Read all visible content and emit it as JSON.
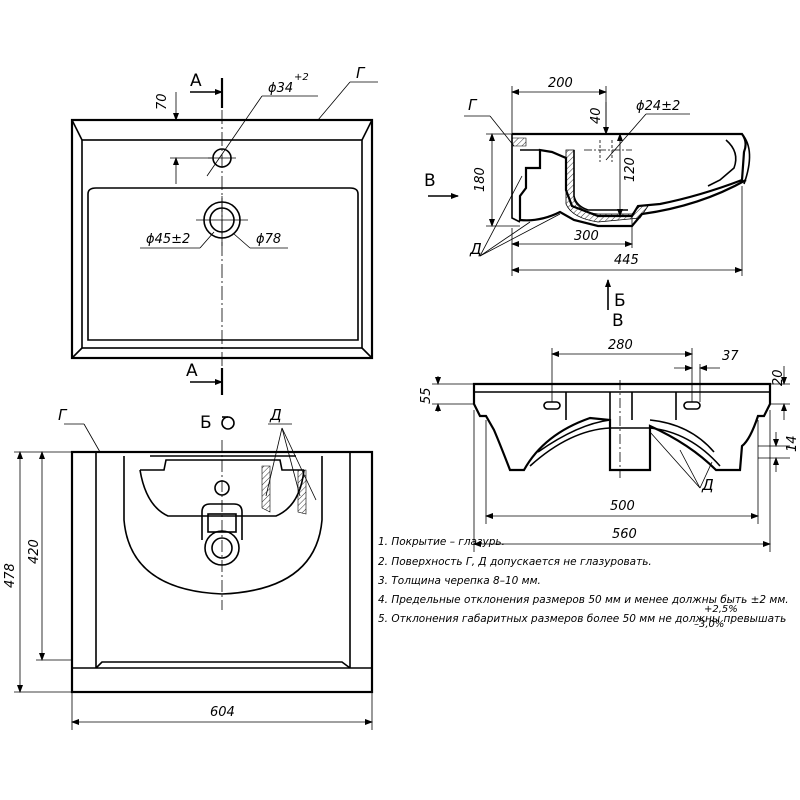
{
  "sections": {
    "a_top": "А",
    "a_bottom": "А",
    "b_arrow": "Б",
    "b_view": "Б",
    "v_left": "В",
    "v_view": "В"
  },
  "labels": {
    "g_top": "Г",
    "g_section": "Г",
    "g_front": "Г",
    "d_section": "Д",
    "d_front": "Д",
    "d_view": "Д"
  },
  "dimensions": {
    "top": {
      "hole_offset": "70",
      "tap_hole": "ϕ34",
      "tap_hole_tol": "+2",
      "drain_hole": "ϕ45±2",
      "drain_outer": "ϕ78"
    },
    "section": {
      "width_200": "200",
      "depth_40": "40",
      "hole_24": "ϕ24±2",
      "height_180": "180",
      "depth_120": "120",
      "width_300": "300",
      "width_445": "445"
    },
    "view_v": {
      "span_280": "280",
      "offset_37": "37",
      "height_55": "55",
      "height_20": "20",
      "height_14": "14",
      "width_500": "500",
      "width_560": "560"
    },
    "front": {
      "height_478": "478",
      "height_420": "420",
      "width_604": "604"
    }
  },
  "notes": [
    "1. Покрытие – глазурь.",
    "2. Поверхность Г, Д допускается не глазуровать.",
    "3. Толщина черепка 8–10 мм.",
    "4. Предельные отклонения размеров 50 мм и менее должны быть ±2 мм.",
    "5. Отклонения габаритных размеров более 50 мм не должны превышать"
  ],
  "tolerance": {
    "plus": "+2,5%",
    "minus": "–3,0%"
  }
}
